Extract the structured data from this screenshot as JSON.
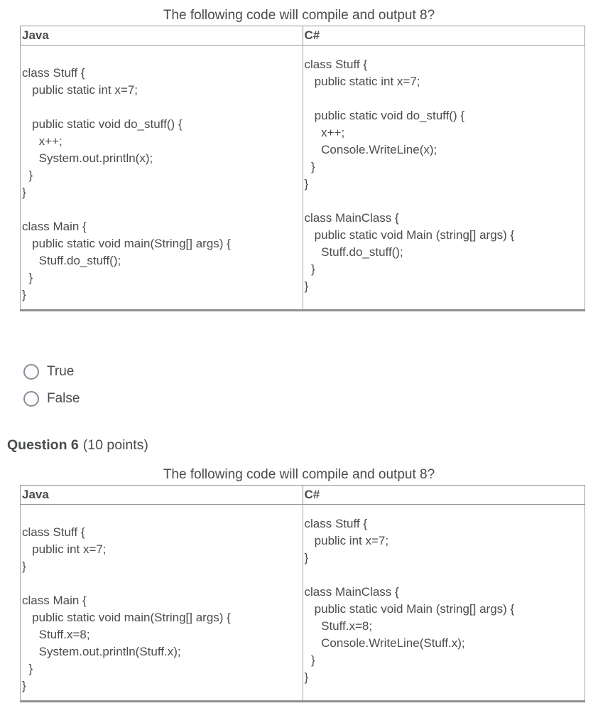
{
  "page": {
    "colors": {
      "text": "#494c4e",
      "table_border": "#909699",
      "radio_border": "#878e95",
      "background": "#ffffff"
    }
  },
  "question5": {
    "prompt": "The following code will compile and output 8?",
    "table": {
      "headers": [
        "Java",
        "C#"
      ],
      "java_code": "class Stuff {\n   public static int x=7;\n\n   public static void do_stuff() {\n     x++;\n     System.out.println(x);\n  }\n}\n\nclass Main {\n   public static void main(String[] args) {\n     Stuff.do_stuff();\n  }\n}",
      "csharp_code": "class Stuff {\n   public static int x=7;\n\n   public static void do_stuff() {\n     x++;\n     Console.WriteLine(x);\n  }\n}\n\nclass MainClass {\n   public static void Main (string[] args) {\n     Stuff.do_stuff();\n  }\n}"
    },
    "options": [
      {
        "label": "True",
        "selected": false
      },
      {
        "label": "False",
        "selected": false
      }
    ]
  },
  "question6": {
    "heading": "Question 6",
    "points": "(10 points)",
    "prompt": "The following code will compile and output 8?",
    "table": {
      "headers": [
        "Java",
        "C#"
      ],
      "java_code": "class Stuff {\n   public int x=7;\n}\n\nclass Main {\n   public static void main(String[] args) {\n     Stuff.x=8;\n     System.out.println(Stuff.x);\n  }\n}",
      "csharp_code": "class Stuff {\n   public int x=7;\n}\n\nclass MainClass {\n   public static void Main (string[] args) {\n     Stuff.x=8;\n     Console.WriteLine(Stuff.x);\n  }\n}"
    }
  }
}
